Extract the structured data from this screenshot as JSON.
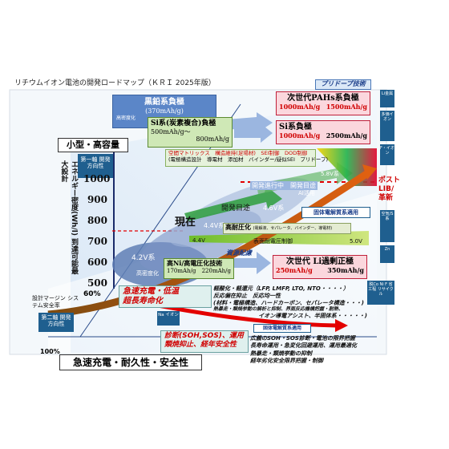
{
  "title": "リチウムイオン電池の開発ロードマップ（ＫＲＩ 2025年版）",
  "top_label": "小型・高容量",
  "bottom_label": "急速充電・耐久性・安全性",
  "y_axis_label": "エネルギー密度(Wh/l) 到達可能最大設計",
  "y_ticks": [
    "1000",
    "900",
    "800",
    "700",
    "600",
    "500"
  ],
  "axis1": "第一軸 開発方向性",
  "axis2": "第二軸 開発方向性",
  "margin_label": "設計マージン システム安全率",
  "pct_60": "60%",
  "pct_100": "100%",
  "predope": "プリドープ技術",
  "graphite": {
    "title": "黒鉛系負極",
    "value": "(370mAh/g)",
    "sub": "高密度化"
  },
  "si_composite": {
    "title": "Si系(炭素複合)負極",
    "v1": "500mAh/g～",
    "v2": "800mAh/g"
  },
  "next_pah": {
    "title": "次世代PAHs系負極",
    "v1": "1000mAh/g",
    "v2": "1500mAh/g"
  },
  "si_anode": {
    "title": "Si系負極",
    "v1": "1000mAh/g",
    "v2": "2500mAh/g"
  },
  "matrix": {
    "l1": "空間マトリックス　構造維持(足場材)　SEI制御　DOD制御",
    "l2": "(電極構造設計　導電材　添加材　バインダー/疑似SEI　プリドープ)"
  },
  "volt_58": "5.8V系",
  "post_lib": "ポスト LIB/ 革新",
  "target_line": "開発進行中　開発目途",
  "ai": "AI活用",
  "dev_target": "開発目途",
  "v46": "4.6V系",
  "now": "現在",
  "v44": "4.4V系",
  "solid": "固体電解質系適用",
  "high_cut": {
    "title": "高耐圧化",
    "sub": "(電解液、セパレータ、バインダー、導電材)"
  },
  "v44b": "4.4V",
  "surface": "表面耐電圧制御",
  "v50": "5.0V",
  "v42": "4.2V系",
  "resource": "資源配慮",
  "high_density": "高密度化",
  "hi_ni": {
    "title": "高Ni/高電圧化技術",
    "v1": "170mAh/g",
    "v2": "220mAh/g"
  },
  "li_excess": {
    "title": "次世代 Li過剰正極",
    "v1": "250mAh/g",
    "v2": "350mAh/g"
  },
  "fast_charge": {
    "l1": "急速充電・低温",
    "l2": "超長寿命化"
  },
  "diagnosis": {
    "l1": "診断(SOH,SOS)、運用",
    "l2": "類焼抑止、経年安全性"
  },
  "na_ion": "Na イオン",
  "solid_small": "固体電解質系適用",
  "notes_top": [
    "軽酸化・軽還元（LFP, LMFP, LTO, NTO・・・・）",
    "反応偏在抑止　反応均一性",
    "(材料・電極構造、ハードカーボン、セパレータ構造・・・)",
    "熱暴走・類焼挙動の解析と抑制、界面反応機構把握・耐熱、",
    "イオン導電アシスト、半固体系・・・・・)"
  ],
  "notes_bottom": [
    "広義のSOH・SOS診断・電池の限界把握",
    "長寿命運用・急変化回避運用、運用最適化",
    "熱暴走・類焼挙動の抑制",
    "経年劣化安全限界把握・制御"
  ],
  "right_tabs": [
    "Li金属",
    "多価イオン",
    "F・イオン",
    "空気/S系",
    "Zn"
  ],
  "recycle_tab": "脱Co Ni F 省工程 リサイクル",
  "colors": {
    "blue_box": "#5b86c8",
    "red_box": "#fbd7dd",
    "green_box": "#cfe8b6",
    "arrow_green": "#2e9d3c",
    "arrow_red": "#e30000",
    "dark_blue": "#1f5f8f"
  }
}
